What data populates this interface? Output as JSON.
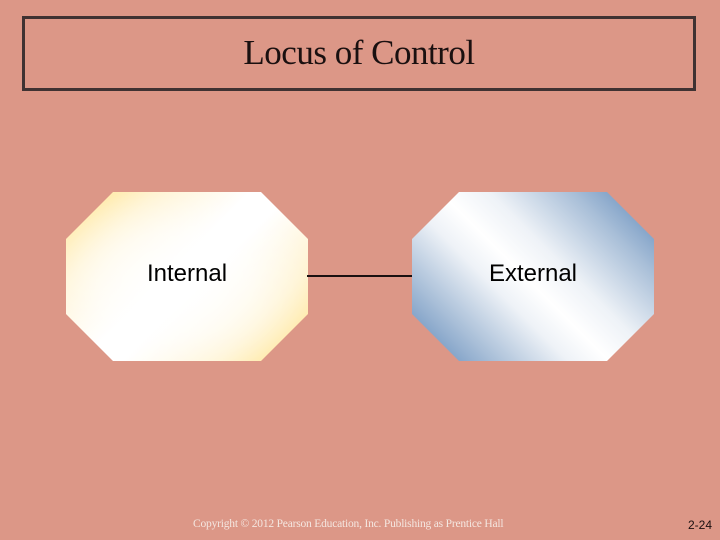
{
  "slide": {
    "title": "Locus of Control",
    "background_color": "#dc9787",
    "title_border_color": "#3f3232"
  },
  "diagram": {
    "nodes": [
      {
        "id": "internal",
        "label": "Internal",
        "shape": "octagon",
        "fill": "white-to-gold gradient",
        "accent_color": "#ffe48f"
      },
      {
        "id": "external",
        "label": "External",
        "shape": "octagon",
        "fill": "white-to-steel-blue gradient",
        "accent_color": "#5b86b8"
      }
    ],
    "edges": [
      {
        "from": "internal",
        "to": "external",
        "style": "solid line"
      }
    ]
  },
  "footer": {
    "copyright": "Copyright © 2012 Pearson Education, Inc. Publishing as Prentice Hall",
    "page_number": "2-24"
  }
}
